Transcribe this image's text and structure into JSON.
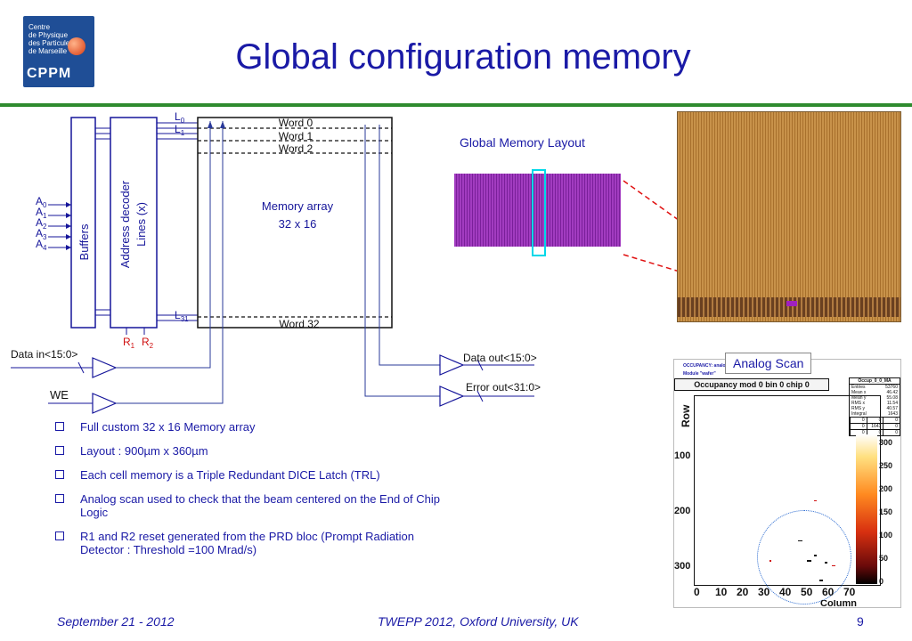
{
  "logo": {
    "lines": [
      "Centre",
      "de Physique",
      "des Particules",
      "de Marseille"
    ],
    "acronym": "CPPM"
  },
  "title": "Global configuration memory",
  "diagram": {
    "buffers": "Buffers",
    "decoder_l1": "Address decoder",
    "decoder_l2": "Lines (x)",
    "address_base": "A",
    "address_subs": [
      "0",
      "1",
      "2",
      "3",
      "4"
    ],
    "line_labels": [
      {
        "main": "L",
        "sub": "0"
      },
      {
        "main": "L",
        "sub": "1"
      },
      {
        "main": "L",
        "sub": "31"
      }
    ],
    "words": [
      "Word 0",
      "Word 1",
      "Word 2",
      "Word 32"
    ],
    "array_l1": "Memory array",
    "array_l2": "32 x 16",
    "reset_r1": {
      "main": "R",
      "sub": "1"
    },
    "reset_r2": {
      "main": "R",
      "sub": "2"
    },
    "data_in": "Data in<15:0>",
    "we": "WE",
    "data_out": "Data out<15:0>",
    "error_out": "Error out<31:0>"
  },
  "layout_title": "Global Memory Layout",
  "analog": {
    "label": "Analog Scan",
    "header1": "OCCUPANCY: analog",
    "header2": "Module \"wafer\"",
    "plot_title": "Occupancy mod 0 bin 0 chip 0",
    "y_label": "Row",
    "x_label": "Column",
    "y_ticks": [
      "100",
      "200",
      "300"
    ],
    "x_ticks": [
      "0",
      "10",
      "20",
      "30",
      "40",
      "50",
      "60",
      "70"
    ],
    "scale_ticks": [
      "300",
      "250",
      "200",
      "150",
      "100",
      "50",
      "0"
    ],
    "stats": [
      [
        "Occup_0_0_MA",
        ""
      ],
      [
        "Entries",
        "53760"
      ],
      [
        "Mean x",
        "46.42"
      ],
      [
        "Mean y",
        "55.08"
      ],
      [
        "RMS x",
        "11.54"
      ],
      [
        "RMS y",
        "40.57"
      ],
      [
        "Integral",
        "1643"
      ]
    ],
    "overflow_rows": [
      [
        "0",
        "0",
        "0"
      ],
      [
        "0",
        "1643",
        "0"
      ],
      [
        "0",
        "0",
        "0"
      ]
    ]
  },
  "bullets": [
    "Full custom 32 x 16 Memory array",
    "Layout : 900µm x 360µm",
    "Each cell memory is a Triple Redundant DICE Latch (TRL)",
    "Analog scan used to check that the beam centered on the End of Chip Logic",
    "R1 and R2 reset generated from the PRD bloc (Prompt Radiation Detector : Threshold =100 Mrad/s)"
  ],
  "footer": {
    "date": "September 21 - 2012",
    "venue": "TWEPP 2012, Oxford University, UK",
    "page": "9"
  },
  "colors": {
    "title": "#1a1aa6",
    "rule": "#2e8b2e",
    "diagram": "#15159a",
    "reset": "#d01010",
    "highlight": "#00d8e8",
    "connector": "#e01010"
  }
}
